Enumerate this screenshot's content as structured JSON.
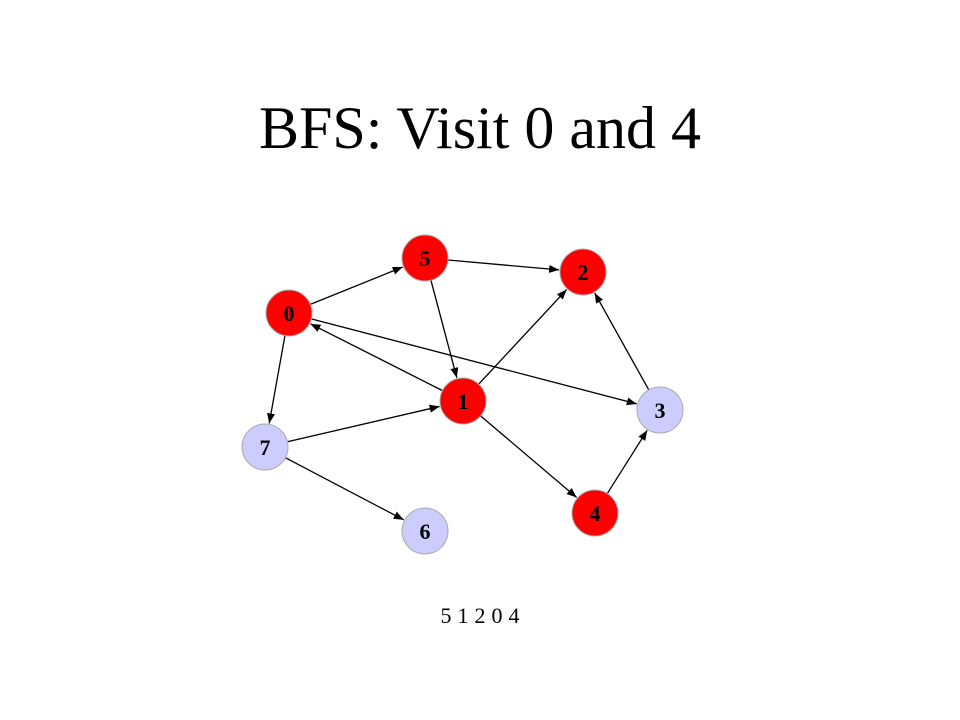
{
  "title": "BFS: Visit 0 and 4",
  "colors": {
    "visited": "#ff0000",
    "unvisited": "#ccccff",
    "edge": "#000000",
    "text": "#000000"
  },
  "graph": {
    "nodes": [
      {
        "id": "0",
        "label": "0",
        "state": "visited"
      },
      {
        "id": "1",
        "label": "1",
        "state": "visited"
      },
      {
        "id": "2",
        "label": "2",
        "state": "visited"
      },
      {
        "id": "3",
        "label": "3",
        "state": "unvisited"
      },
      {
        "id": "4",
        "label": "4",
        "state": "visited"
      },
      {
        "id": "5",
        "label": "5",
        "state": "visited"
      },
      {
        "id": "6",
        "label": "6",
        "state": "unvisited"
      },
      {
        "id": "7",
        "label": "7",
        "state": "unvisited"
      }
    ],
    "edges": [
      {
        "from": "0",
        "to": "5"
      },
      {
        "from": "5",
        "to": "2"
      },
      {
        "from": "5",
        "to": "1"
      },
      {
        "from": "1",
        "to": "0"
      },
      {
        "from": "1",
        "to": "2"
      },
      {
        "from": "1",
        "to": "4"
      },
      {
        "from": "0",
        "to": "7"
      },
      {
        "from": "0",
        "to": "3"
      },
      {
        "from": "3",
        "to": "2"
      },
      {
        "from": "4",
        "to": "3"
      },
      {
        "from": "7",
        "to": "1"
      },
      {
        "from": "7",
        "to": "6"
      }
    ]
  },
  "visit_order": [
    "5",
    "1",
    "2",
    "0",
    "4"
  ]
}
